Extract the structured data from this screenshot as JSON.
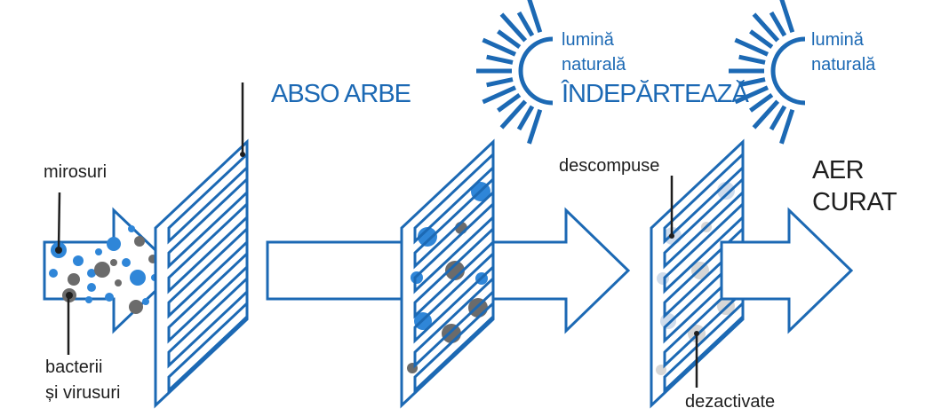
{
  "colors": {
    "accent": "#1c69b4",
    "particle_blue": "#2f86d8",
    "particle_gray": "#6b6b6b",
    "particle_faded": "#cfdcec",
    "text": "#1e1e1e"
  },
  "labels": {
    "odors": "mirosuri",
    "bacteria_line1": "bacterii",
    "bacteria_line2": "și virusuri",
    "absorb": "ABSO ARBE",
    "light1_line1": "lumină",
    "light1_line2": "naturală",
    "light2_line1": "lumină",
    "light2_line2": "naturală",
    "remove": "ÎNDEPĂRTEAZĂ",
    "decomposed": "descompuse",
    "deactivated": "dezactivate",
    "clean_line1": "AER",
    "clean_line2": "CURAT"
  },
  "icons": [
    "sun-rays-icon",
    "sun-rays-icon",
    "filter-panel-icon",
    "flow-arrow-icon"
  ]
}
